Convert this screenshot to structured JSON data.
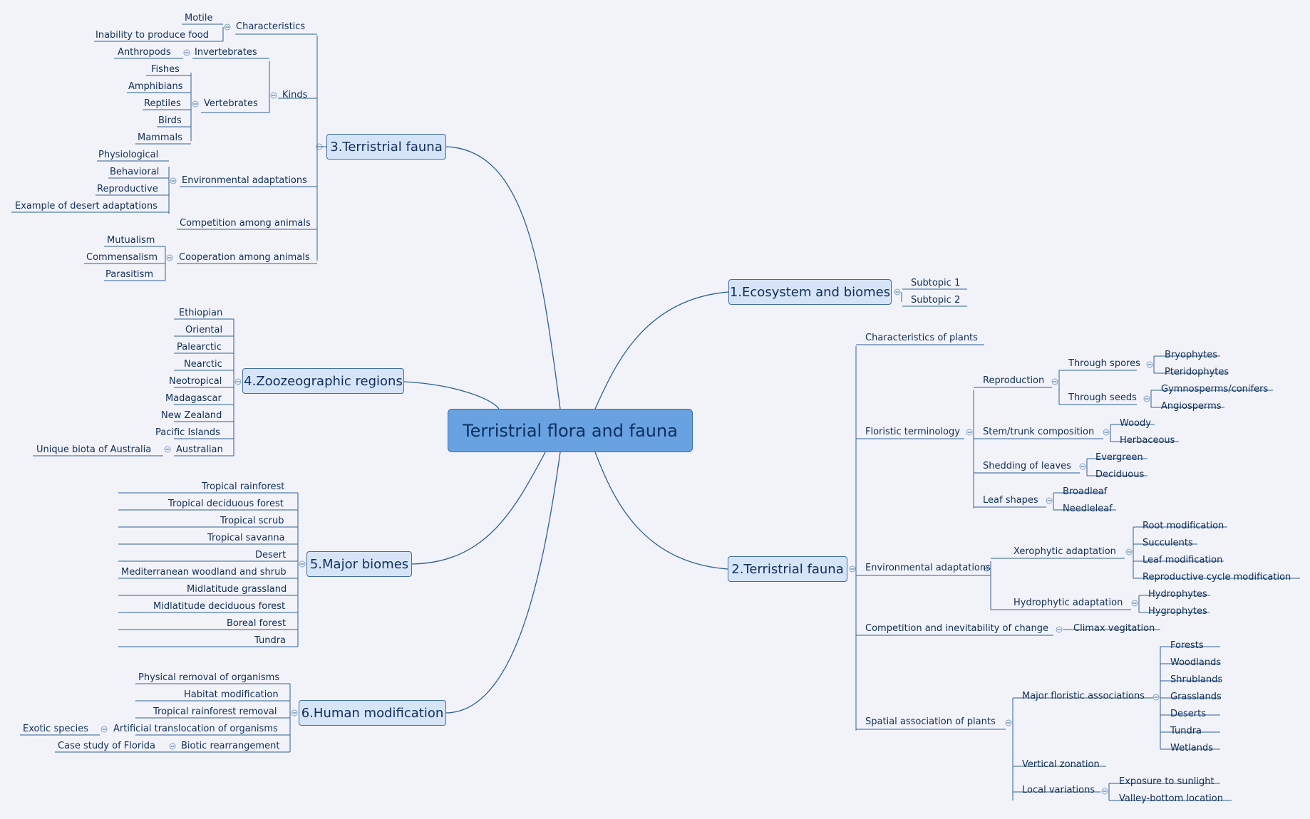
{
  "colors": {
    "background": "#f2f3f9",
    "line": "#2e5f96",
    "central_fill": "#69a2e0",
    "topic_fill": "#d6e4f8",
    "text": "#102e57"
  },
  "central": "Terristrial flora and fauna",
  "topics": {
    "ecosystem": "1.Ecosystem and biomes",
    "flora": "2.Terristrial fauna",
    "fauna": "3.Terristrial fauna",
    "zoo": "4.Zoozeographic regions",
    "biomes": "5.Major biomes",
    "human": "6.Human modification"
  },
  "ecosystem": {
    "subtopics": [
      "Subtopic 1",
      "Subtopic 2"
    ]
  },
  "fauna": {
    "characteristics": {
      "label": "Characteristics",
      "items": [
        "Motile",
        "Inability to produce food"
      ]
    },
    "kinds": {
      "label": "Kinds",
      "invertebrates": {
        "label": "Invertebrates",
        "items": [
          "Anthropods"
        ]
      },
      "vertebrates": {
        "label": "Vertebrates",
        "items": [
          "Fishes",
          "Amphibians",
          "Reptiles",
          "Birds",
          "Mammals"
        ]
      }
    },
    "adaptations": {
      "label": "Environmental adaptations",
      "items": [
        "Physiological",
        "Behavioral",
        "Reproductive",
        "Example of desert adaptations"
      ]
    },
    "competition": "Competition among animals",
    "cooperation": {
      "label": "Cooperation among animals",
      "items": [
        "Mutualism",
        "Commensalism",
        "Parasitism"
      ]
    }
  },
  "zoo": {
    "regions": [
      "Ethiopian",
      "Oriental",
      "Palearctic",
      "Nearctic",
      "Neotropical",
      "Madagascar",
      "New Zealand",
      "Pacific Islands"
    ],
    "australian": {
      "label": "Australian",
      "items": [
        "Unique biota of Australia"
      ]
    }
  },
  "biomes": {
    "items": [
      "Tropical rainforest",
      "Tropical deciduous forest",
      "Tropical scrub",
      "Tropical savanna",
      "Desert",
      "Mediterranean woodland and shrub",
      "Midlatitude grassland",
      "Midlatitude deciduous forest",
      "Boreal forest",
      "Tundra"
    ]
  },
  "human": {
    "items": [
      "Physical removal of organisms",
      "Habitat modification",
      "Tropical rainforest removal"
    ],
    "translocation": {
      "label": "Artificial translocation of organisms",
      "items": [
        "Exotic species"
      ]
    },
    "rearrangement": {
      "label": "Biotic rearrangement",
      "items": [
        "Case study of Florida"
      ]
    }
  },
  "flora": {
    "characteristics": "Characteristics of plants",
    "terminology": {
      "label": "Floristic terminology",
      "reproduction": {
        "label": "Reproduction",
        "spores": {
          "label": "Through spores",
          "items": [
            "Bryophytes",
            "Pteridophytes"
          ]
        },
        "seeds": {
          "label": "Through seeds",
          "items": [
            "Gymnosperms/conifers",
            "Angiosperms"
          ]
        }
      },
      "stem": {
        "label": "Stem/trunk composition",
        "items": [
          "Woody",
          "Herbaceous"
        ]
      },
      "shedding": {
        "label": "Shedding of leaves",
        "items": [
          "Evergreen",
          "Deciduous"
        ]
      },
      "leaf": {
        "label": "Leaf shapes",
        "items": [
          "Broadleaf",
          "Needleleaf"
        ]
      }
    },
    "env": {
      "label": "Environmental adaptations",
      "xero": {
        "label": "Xerophytic adaptation",
        "items": [
          "Root modification",
          "Succulents",
          "Leaf modification",
          "Reproductive cycle modification"
        ]
      },
      "hydro": {
        "label": "Hydrophytic adaptation",
        "items": [
          "Hydrophytes",
          "Hygrophytes"
        ]
      }
    },
    "competition": {
      "label": "Competition and inevitability of change",
      "items": [
        "Climax vegitation"
      ]
    },
    "spatial": {
      "label": "Spatial association of plants",
      "major": {
        "label": "Major floristic associations",
        "items": [
          "Forests",
          "Woodlands",
          "Shrublands",
          "Grasslands",
          "Deserts",
          "Tundra",
          "Wetlands"
        ]
      },
      "vertical": "Vertical zonation",
      "local": {
        "label": "Local variations",
        "items": [
          "Exposure to sunlight",
          "Valley-bottom location"
        ]
      }
    }
  }
}
